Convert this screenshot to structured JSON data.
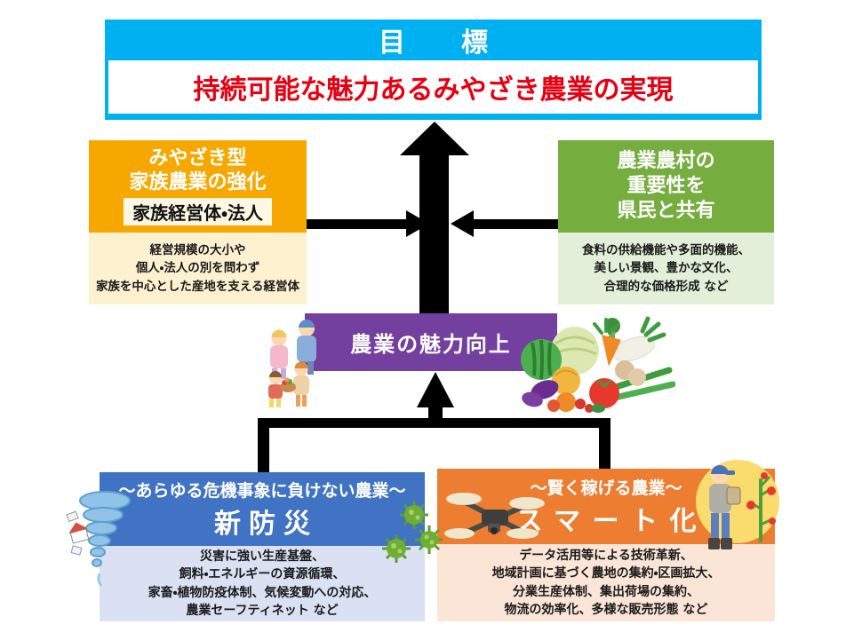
{
  "goal": {
    "label": "目　標",
    "title": "持続可能な魅力あるみやざき農業の実現"
  },
  "left_pillar": {
    "title": "みやざき型\n家族農業の強化",
    "badge": "家族経営体・法人",
    "description": "経営規模の大小や\n個人・法人の別を問わず\n家族を中心とした産地を支える経営体"
  },
  "right_pillar": {
    "title": "農業農村の\n重要性を\n県民と共有",
    "description": "食料の供給機能や多面的機能、\n美しい景観、豊かな文化、\n合理的な価格形成 など"
  },
  "center": {
    "label": "農業の魅力向上"
  },
  "bottom_left": {
    "subtitle": "～あらゆる危機事象に負けない農業～",
    "title": "新防災",
    "description": "災害に強い生産基盤、\n飼料・エネルギーの資源循環、\n家畜・植物防疫体制、気候変動への対応、\n農業セーフティネット など"
  },
  "bottom_right": {
    "subtitle": "～賢く稼げる農業～",
    "title": "スマート化",
    "description": "データ活用等による技術革新、\n地域計画に基づく農地の集約・区画拡大、\n分業生産体制、集出荷場の集約、\n物流の効率化、多様な販売形態 など"
  },
  "illustrations": {
    "family-icon": "farm family of four with vegetable basket",
    "vegetables-icon": "assorted vegetables: watermelon, cabbage, carrot, daikon, melon, eggplant, tomato, mushrooms, green onions",
    "tornado-icon": "tornado with flying house and debris",
    "virus-icon": "three green virus particles",
    "drone-icon": "agricultural quadcopter drone",
    "farmer-tablet-icon": "farmer using tablet beside tomato plant inside yellow circle"
  },
  "colors": {
    "goal_header": "#00B0F0",
    "goal_title_text": "#E60012",
    "family_farming": "#F6A800",
    "family_farming_light": "#FDF1CF",
    "badge_bg": "#FDF8E3",
    "rural_importance": "#76AD3F",
    "rural_importance_light": "#E4EFD9",
    "attractiveness": "#7440A0",
    "disaster": "#4173C4",
    "disaster_light": "#D9E1F2",
    "smart": "#ED7D31",
    "smart_light": "#FBE5D6",
    "arrow": "#000000"
  }
}
